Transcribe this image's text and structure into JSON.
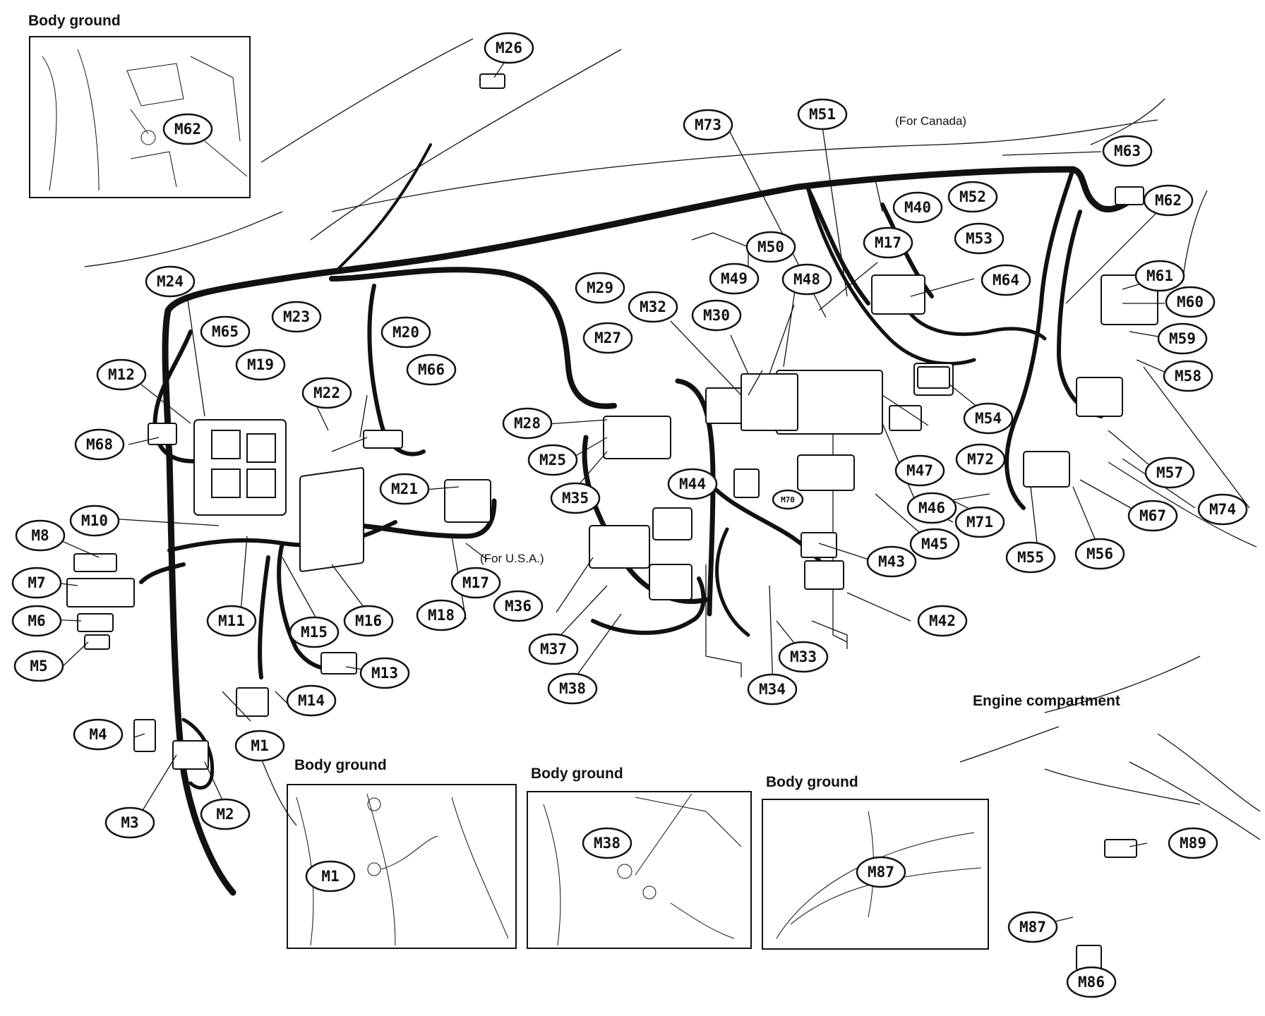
{
  "titles": {
    "body_ground_1": "Body ground",
    "body_ground_2": "Body ground",
    "body_ground_3": "Body ground",
    "body_ground_4": "Body ground",
    "engine_compartment": "Engine compartment"
  },
  "notes": {
    "for_canada": "(For Canada)",
    "for_usa": "(For U.S.A.)"
  },
  "colors": {
    "line": "#111111",
    "background": "#ffffff"
  },
  "callouts": [
    "M26",
    "M62",
    "M73",
    "M51",
    "M63",
    "M40",
    "M52",
    "M17",
    "M53",
    "M62",
    "M50",
    "M49",
    "M48",
    "M64",
    "M61",
    "M60",
    "M59",
    "M58",
    "M24",
    "M65",
    "M23",
    "M29",
    "M32",
    "M30",
    "M27",
    "M20",
    "M19",
    "M66",
    "M12",
    "M22",
    "M68",
    "M28",
    "M25",
    "M21",
    "M44",
    "M35",
    "M10",
    "M8",
    "M7",
    "M6",
    "M5",
    "M11",
    "M15",
    "M16",
    "M18",
    "M17",
    "M36",
    "M37",
    "M38",
    "M13",
    "M14",
    "M1",
    "M4",
    "M3",
    "M2",
    "M47",
    "M72",
    "M54",
    "M57",
    "M46",
    "M71",
    "M45",
    "M43",
    "M42",
    "M33",
    "M34",
    "M55",
    "M56",
    "M67",
    "M74",
    "M70",
    "M1",
    "M38",
    "M87",
    "M89",
    "M87",
    "M86"
  ]
}
